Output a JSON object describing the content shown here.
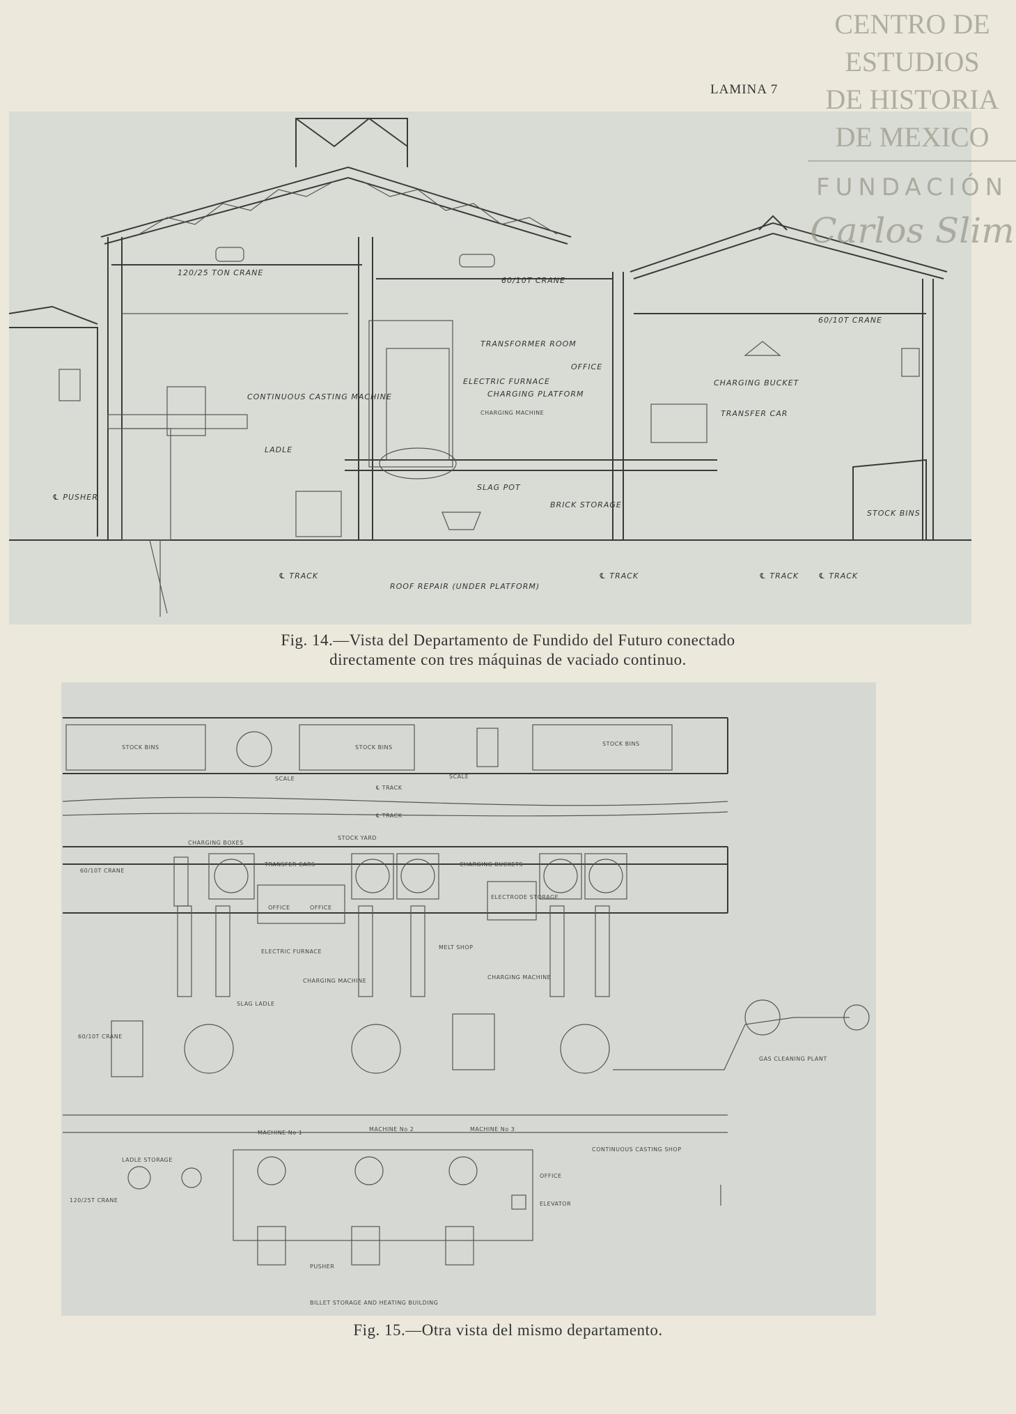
{
  "page": {
    "plate_label": "LAMINA 7"
  },
  "watermark": {
    "line1": "CENTRO DE",
    "line2": "ESTUDIOS",
    "line3": "DE HISTORIA",
    "line4": "DE MEXICO",
    "line5": "FUNDACIÓN",
    "signature": "Carlos Slim"
  },
  "figure14": {
    "caption_line1": "Fig. 14.—Vista del Departamento de Fundido del Futuro conectado",
    "caption_line2": "directamente con tres máquinas de vaciado continuo.",
    "labels": {
      "crane1": "120/25 TON CRANE",
      "crane2": "60/10T CRANE",
      "crane3": "60/10T CRANE",
      "transformer": "TRANSFORMER ROOM",
      "furnace": "ELECTRIC FURNACE",
      "platform": "CHARGING PLATFORM",
      "office": "OFFICE",
      "charging_machine": "CHARGING MACHINE",
      "charging_bucket": "CHARGING BUCKET",
      "transfer_car": "TRANSFER CAR",
      "casting": "CONTINUOUS CASTING MACHINE",
      "ladle": "LADLE",
      "slag_pot": "SLAG POT",
      "brick": "BRICK STORAGE",
      "stock_bins": "STOCK BINS",
      "pusher": "℄ PUSHER",
      "track1": "℄ TRACK",
      "roof_repair": "ROOF REPAIR (UNDER PLATFORM)",
      "track2": "℄ TRACK",
      "track3": "℄ TRACK",
      "track4": "℄ TRACK"
    }
  },
  "figure15": {
    "caption": "Fig. 15.—Otra vista del mismo departamento.",
    "labels": {
      "stock_bins1": "STOCK BINS",
      "stock_bins2": "STOCK BINS",
      "stock_bins3": "STOCK BINS",
      "scale1": "SCALE",
      "scale2": "SCALE",
      "track_a": "℄ TRACK",
      "track_b": "℄ TRACK",
      "stock_yard": "STOCK YARD",
      "charging_boxes": "CHARGING BOXES",
      "crane_a": "60/10T CRANE",
      "transfer_cars": "TRANSFER CARS",
      "charging_buckets": "CHARGING BUCKETS",
      "office1": "OFFICE",
      "office2": "OFFICE",
      "electrode": "ELECTRODE STORAGE",
      "electric_furnace": "ELECTRIC FURNACE",
      "melt_shop": "MELT SHOP",
      "charging_machine1": "CHARGING MACHINE",
      "charging_machine2": "CHARGING MACHINE",
      "slag_ladle": "SLAG LADLE",
      "crane_b": "60/10T CRANE",
      "gas_cleaning": "GAS CLEANING PLANT",
      "machine1": "MACHINE No 1",
      "machine2": "MACHINE No 2",
      "machine3": "MACHINE No 3",
      "cc_shop": "CONTINUOUS CASTING SHOP",
      "office3": "OFFICE",
      "elevator": "ELEVATOR",
      "crane_c": "120/25T CRANE",
      "ladle_storage": "LADLE STORAGE",
      "pusher": "PUSHER",
      "billet": "BILLET STORAGE AND HEATING BUILDING"
    }
  }
}
